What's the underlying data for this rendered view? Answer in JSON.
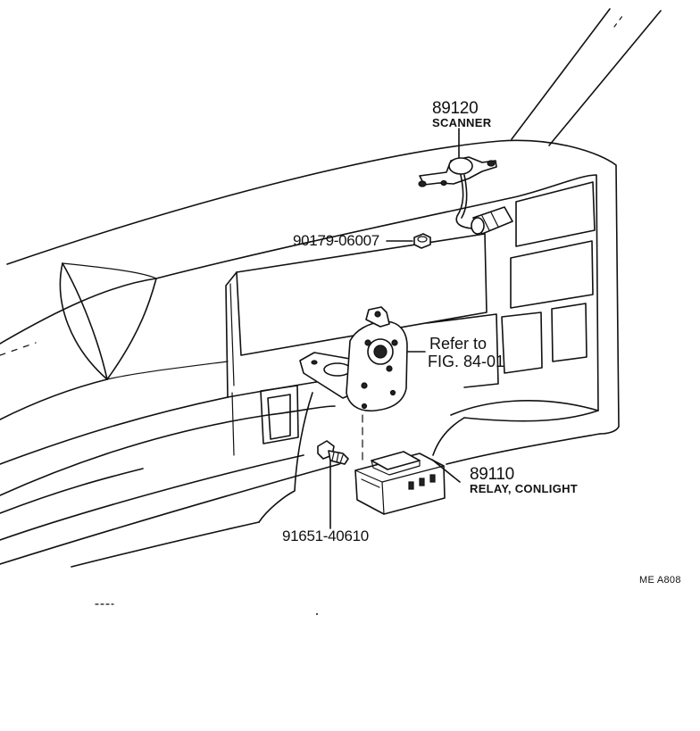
{
  "parts": [
    {
      "id": "scanner",
      "number": "89120",
      "name": "SCANNER"
    },
    {
      "id": "nut",
      "number": "90179-06007"
    },
    {
      "id": "relay",
      "number": "89110",
      "name": "RELAY, CONLIGHT"
    },
    {
      "id": "bolt",
      "number": "91651-40610"
    }
  ],
  "reference": {
    "line1": "Refer to",
    "line2": "FIG. 84-01"
  },
  "diagram_code": "ME  A808"
}
